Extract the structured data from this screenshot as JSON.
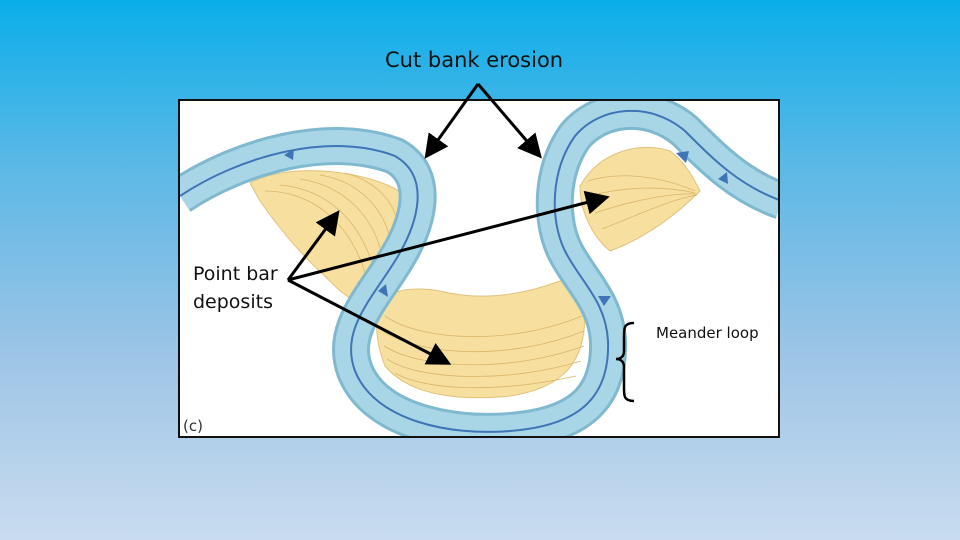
{
  "annotations": {
    "cut_bank_label": "Cut bank erosion",
    "point_bar_line1": "Point bar",
    "point_bar_line2": "deposits",
    "meander_loop_label": "Meander loop"
  },
  "figure": {
    "panel_letter": "(c)"
  },
  "colors": {
    "river": "#a9d6e6",
    "river_edge": "#7fb9d0",
    "flow_line": "#3f74b6",
    "deposit": "#f7dfa0",
    "deposit_line": "#d9b56a",
    "arrow": "#000000"
  },
  "icons": {
    "flow_arrow": "arrowhead",
    "brace": "curly-brace"
  }
}
